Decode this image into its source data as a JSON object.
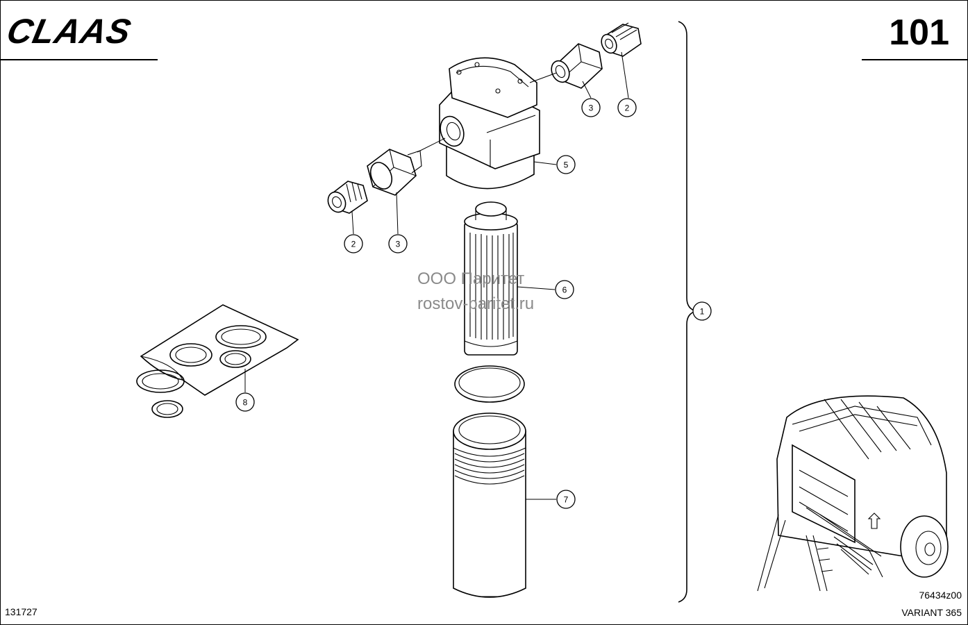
{
  "header": {
    "brand": "CLAAS",
    "page_number": "101"
  },
  "footer": {
    "drawing_number": "131727",
    "image_code": "76434z00",
    "model": "VARIANT 365"
  },
  "watermark": {
    "line1": "ООО Паритет",
    "line2": "rostov-paritet.ru"
  },
  "callouts": {
    "c1": "1",
    "c2a": "2",
    "c3a": "3",
    "c5": "5",
    "c2b": "2",
    "c3b": "3",
    "c6": "6",
    "c8": "8",
    "c7": "7"
  }
}
